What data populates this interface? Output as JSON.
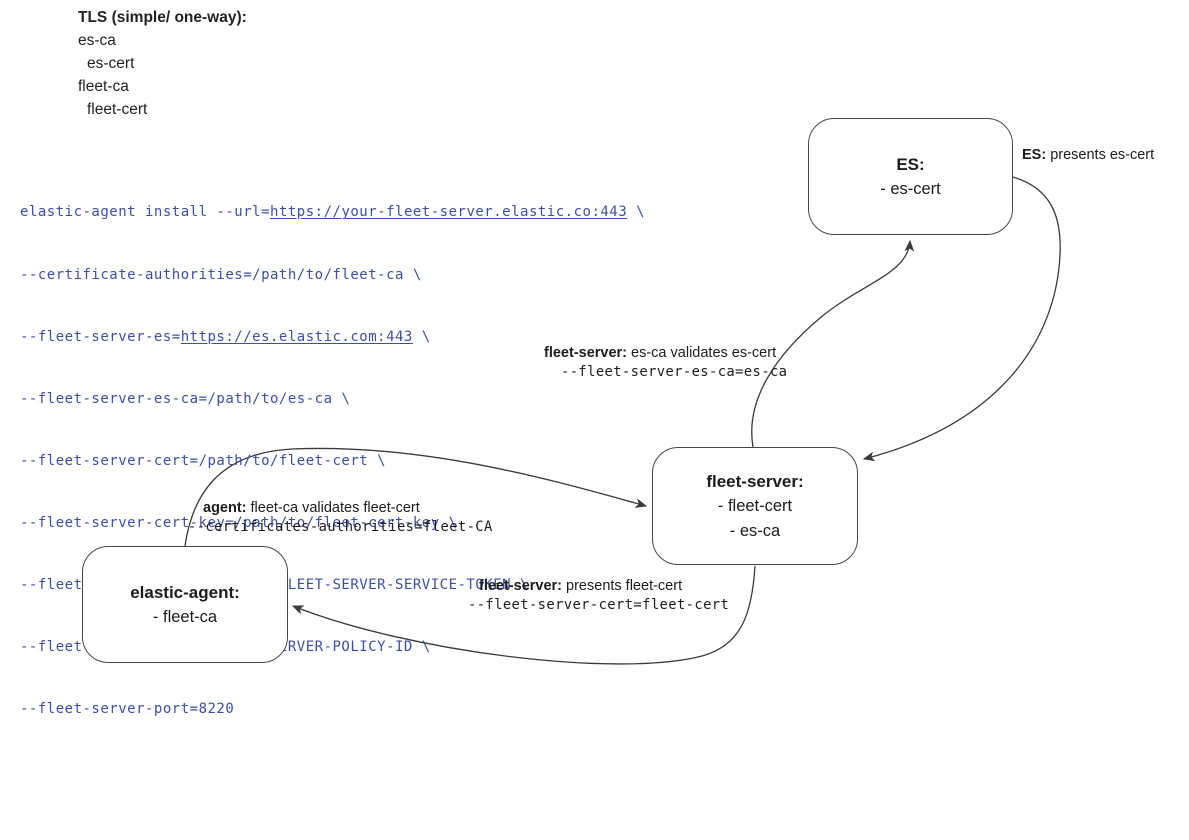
{
  "legend": {
    "title": "TLS (simple/ one-way):",
    "lines": [
      "es-ca",
      "es-cert",
      "fleet-ca",
      "fleet-cert"
    ]
  },
  "command": {
    "lines": [
      {
        "pre": "elastic-agent install --url=",
        "link": "https://your-fleet-server.elastic.co:443",
        "post": " \\"
      },
      {
        "pre": "--certificate-authorities=/path/to/fleet-ca \\"
      },
      {
        "pre": "--fleet-server-es=",
        "link": "https://es.elastic.com:443",
        "post": " \\"
      },
      {
        "pre": "--fleet-server-es-ca=/path/to/es-ca \\"
      },
      {
        "pre": "--fleet-server-cert=/path/to/fleet-cert \\"
      },
      {
        "pre": "--fleet-server-cert-key=/path/to/fleet-cert-key \\"
      },
      {
        "pre": "--fleet-server-service-token=FLEET-SERVER-SERVICE-TOKEN \\"
      },
      {
        "pre": "--fleet-server-policy=FLEET-SERVER-POLICY-ID \\"
      },
      {
        "pre": "--fleet-server-port=8220"
      }
    ]
  },
  "nodes": {
    "es": {
      "title": "ES:",
      "item1": "- es-cert"
    },
    "fleet_server": {
      "title": "fleet-server:",
      "item1": "- fleet-cert",
      "item2": "- es-ca"
    },
    "elastic_agent": {
      "title": "elastic-agent:",
      "item1": "- fleet-ca"
    }
  },
  "edge_labels": {
    "es_presents": {
      "bold": "ES:",
      "text": " presents es-cert"
    },
    "fleet_validates": {
      "bold": "fleet-server:",
      "text": " es-ca validates es-cert",
      "code": "--fleet-server-es-ca=es-ca"
    },
    "agent_validates": {
      "bold": "agent:",
      "text": " fleet-ca validates fleet-cert",
      "code": "--certificates-authorities=fleet-CA"
    },
    "fleet_presents": {
      "bold": "fleet-server:",
      "text": " presents fleet-cert",
      "code": "--fleet-server-cert=fleet-cert"
    }
  },
  "colors": {
    "command_text": "#3d4dad",
    "box_border": "#474747",
    "arrow": "#3a3a3a",
    "text": "#1f1f1f",
    "background": "#ffffff"
  }
}
